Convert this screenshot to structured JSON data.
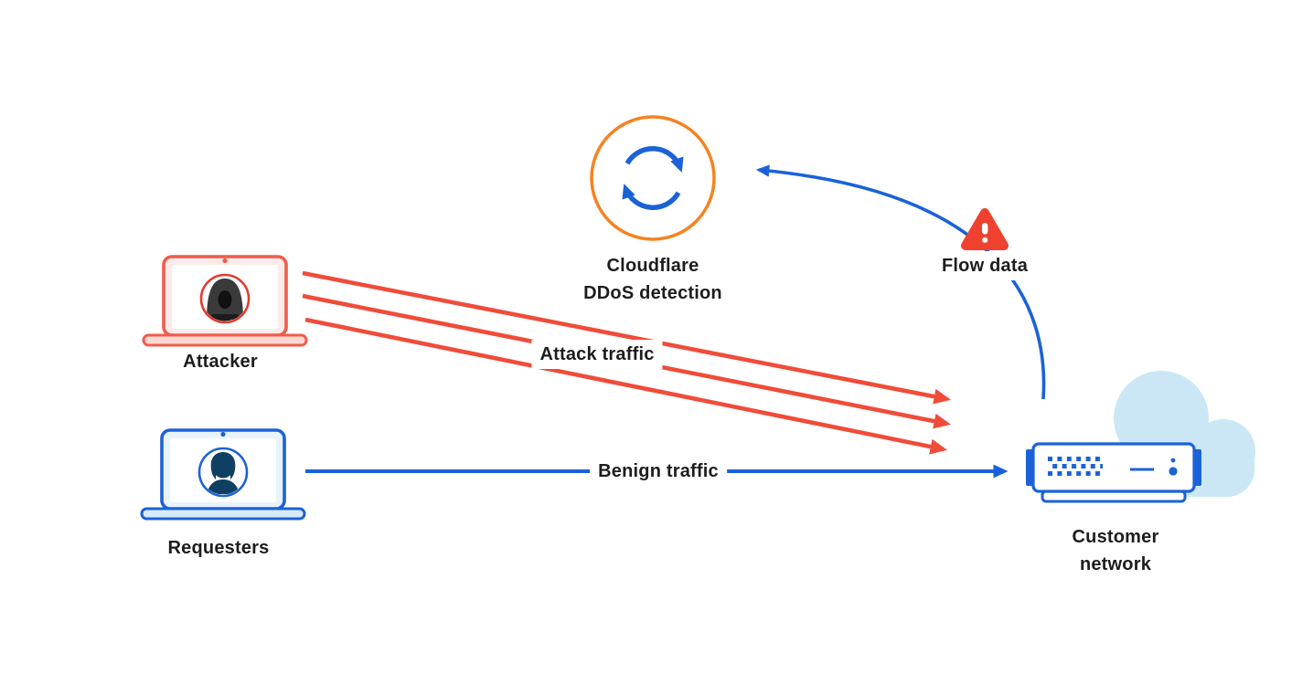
{
  "diagram": {
    "nodes": {
      "attacker": {
        "label": "Attacker",
        "icon": "attacker-laptop-icon"
      },
      "requesters": {
        "label": "Requesters",
        "icon": "requester-laptop-icon"
      },
      "ddos_detection": {
        "label_line1": "Cloudflare",
        "label_line2": "DDoS detection",
        "icon": "sync-cycle-icon"
      },
      "flow_data": {
        "label": "Flow data",
        "icon": "warning-triangle-icon"
      },
      "customer_network": {
        "label_line1": "Customer",
        "label_line2": "network",
        "icon": "server-cloud-icon"
      }
    },
    "edges": {
      "attack_traffic": {
        "label": "Attack traffic",
        "from": "attacker",
        "to": "customer_network",
        "style": "triple-red-arrows"
      },
      "benign_traffic": {
        "label": "Benign traffic",
        "from": "requesters",
        "to": "customer_network",
        "style": "blue-arrow"
      },
      "flow_feedback": {
        "from": "customer_network",
        "to": "ddos_detection",
        "style": "curved-blue-arrow"
      }
    },
    "colors": {
      "attack_red": "#f04c3a",
      "laptop_red": "#f15b4b",
      "alert_red": "#ee4130",
      "benign_blue": "#1b62d8",
      "avatar_navy": "#0f3f63",
      "detection_orange": "#f6821f",
      "cloud_light_blue": "#cbe7f6",
      "text": "#1d1d1d",
      "background": "#ffffff"
    }
  }
}
